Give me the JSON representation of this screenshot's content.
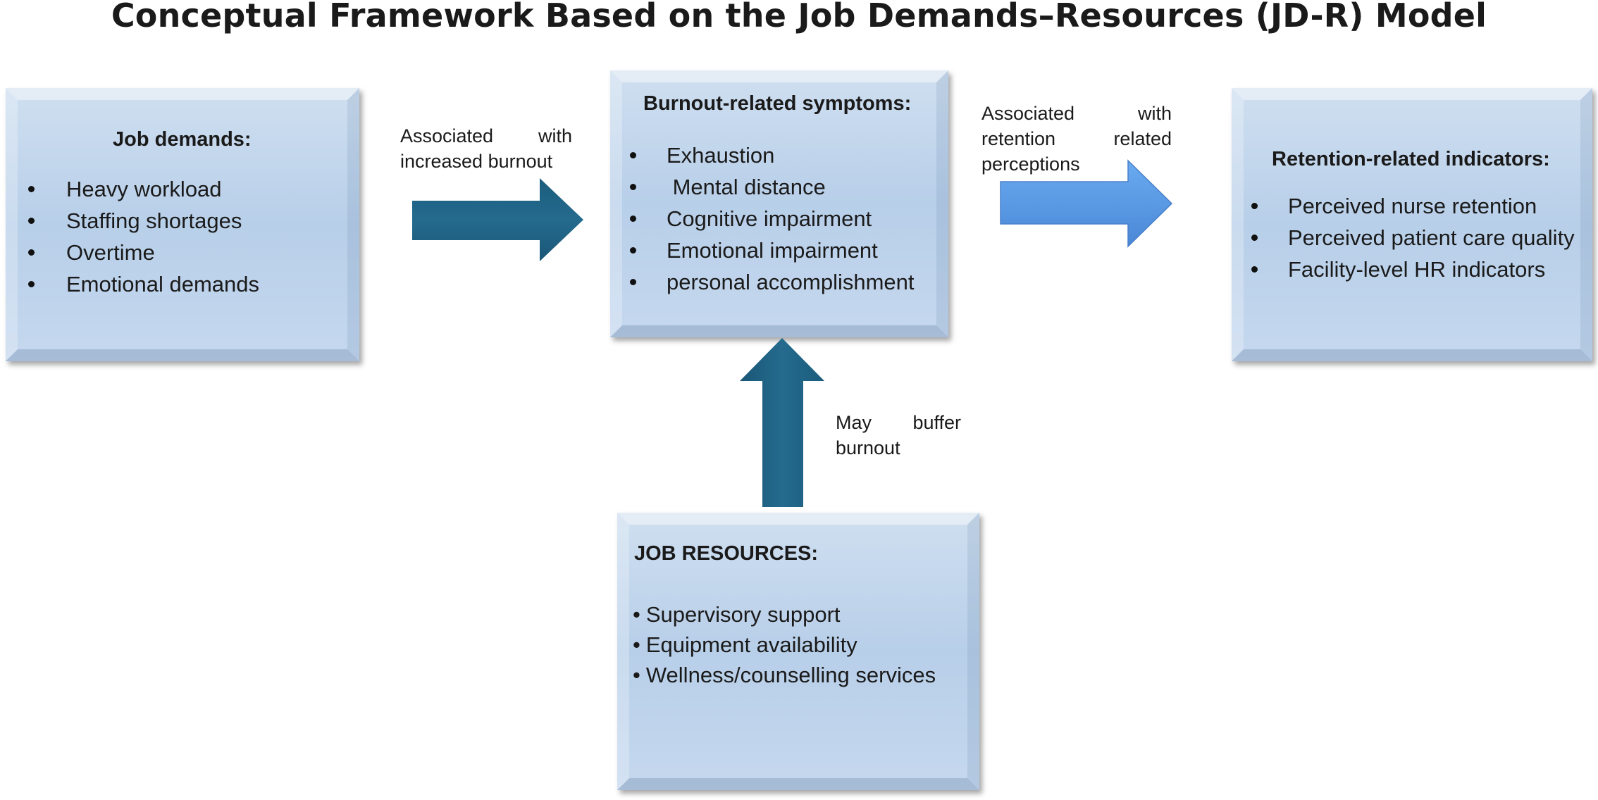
{
  "title": "Conceptual Framework Based on the Job Demands–Resources (JD-R) Model",
  "job_demands": {
    "heading": "Job demands:",
    "items": [
      "Heavy workload",
      "Staffing shortages",
      "Overtime",
      "Emotional demands"
    ]
  },
  "burnout": {
    "heading": "Burnout-related symptoms:",
    "items": [
      "Exhaustion",
      " Mental distance",
      "Cognitive impairment",
      "Emotional impairment",
      "personal accomplishment"
    ]
  },
  "retention": {
    "heading": "Retention-related indicators:",
    "items": [
      "Perceived nurse retention",
      "Perceived patient care quality",
      "Facility-level HR indicators"
    ]
  },
  "job_resources": {
    "heading": "JOB RESOURCES:",
    "bullet": "•",
    "items": [
      "Supervisory support",
      "Equipment availability",
      "Wellness/counselling services"
    ]
  },
  "arrows": {
    "demands_to_burnout": {
      "label_lines": [
        [
          "Associated",
          "with"
        ],
        [
          "increased burnout"
        ]
      ],
      "color": "#1f5f80"
    },
    "burnout_to_retention": {
      "label_lines": [
        [
          "Associated",
          "with"
        ],
        [
          "retention",
          "related"
        ],
        [
          "perceptions"
        ]
      ],
      "color": "#5b9be3"
    },
    "resources_to_burnout": {
      "label_lines": [
        [
          "May",
          "buffer"
        ],
        [
          "burnout"
        ]
      ],
      "color": "#1f5f80"
    }
  }
}
